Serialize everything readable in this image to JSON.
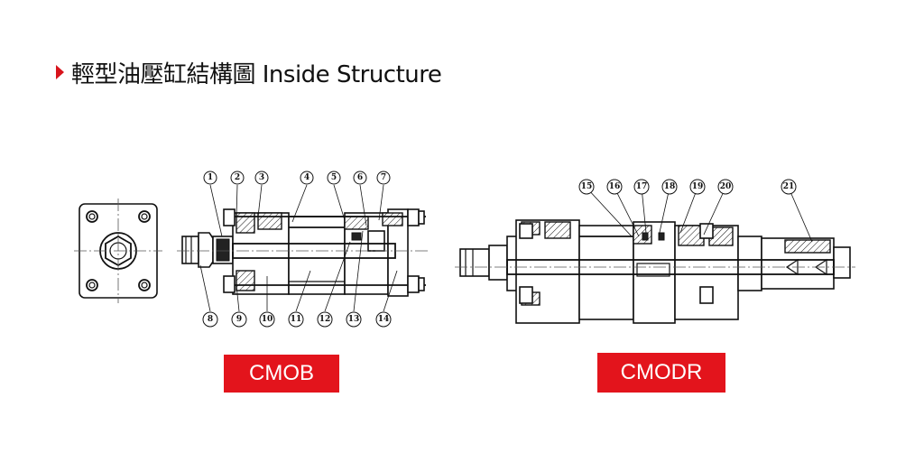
{
  "heading": {
    "title": "輕型油壓缸結構圖 Inside Structure"
  },
  "models": [
    {
      "label": "CMOB",
      "callouts": [
        "1",
        "2",
        "3",
        "4",
        "5",
        "6",
        "7",
        "8",
        "9",
        "10",
        "11",
        "12",
        "13",
        "14"
      ]
    },
    {
      "label": "CMODR",
      "callouts": [
        "15",
        "16",
        "17",
        "18",
        "19",
        "20",
        "21"
      ]
    }
  ],
  "colors": {
    "accent": "#e3141c",
    "line": "#111111"
  }
}
